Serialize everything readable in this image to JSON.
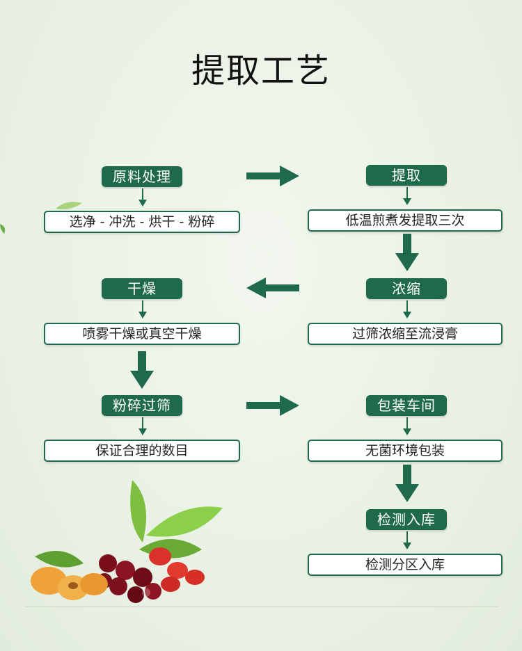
{
  "title": "提取工艺",
  "colors": {
    "accent": "#1f6a4b",
    "background": "#ecf3e7"
  },
  "steps": [
    {
      "label": "原料处理",
      "desc": "选净 - 冲洗 - 烘干 - 粉碎"
    },
    {
      "label": "提取",
      "desc": "低温煎煮发提取三次"
    },
    {
      "label": "浓缩",
      "desc": "过筛浓缩至流浸膏"
    },
    {
      "label": "干燥",
      "desc": "喷雾干燥或真空干燥"
    },
    {
      "label": "粉碎过筛",
      "desc": "保证合理的数目"
    },
    {
      "label": "包装车间",
      "desc": "无菌环境包装"
    },
    {
      "label": "检测入库",
      "desc": "检测分区入库"
    }
  ],
  "decorations": [
    "leaf-icon",
    "fruit-pile-icon"
  ]
}
